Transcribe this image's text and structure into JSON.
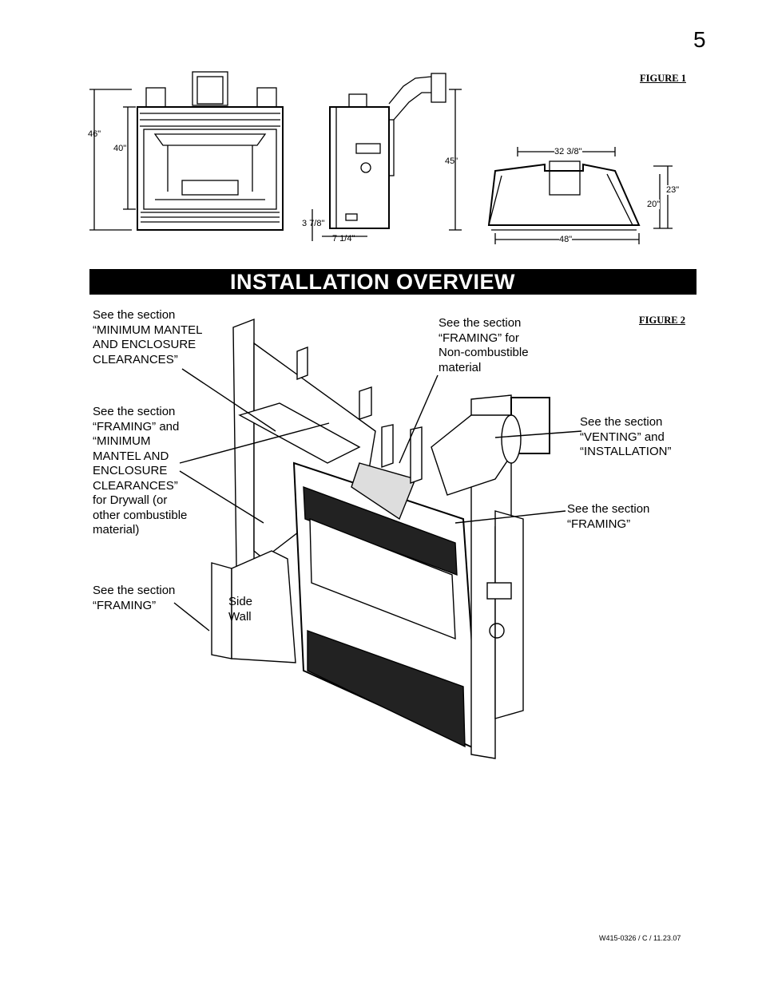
{
  "page_number": "5",
  "figure1": {
    "label": "FIGURE 1",
    "dims": {
      "front_height_outer": "46\"",
      "front_height_inner": "40\"",
      "side_height": "45\"",
      "side_bottom_offset": "3 7/8\"",
      "side_depth": "7 1/4\"",
      "top_width_back": "32 3/8\"",
      "top_width_front": "48\"",
      "top_depth_outer": "23\"",
      "top_depth_inner": "20\""
    }
  },
  "section_title": "INSTALLATION OVERVIEW",
  "figure2": {
    "label": "FIGURE 2",
    "callouts": {
      "mantel": "See the section\n“MINIMUM MANTEL\nAND ENCLOSURE\nCLEARANCES”",
      "noncomb": "See the section\n“FRAMING” for\nNon-combustible\nmaterial",
      "drywall": "See the section\n“FRAMING” and\n“MINIMUM\nMANTEL AND\nENCLOSURE\nCLEARANCES”\nfor Drywall (or\nother combustible\nmaterial)",
      "venting": "See the section\n“VENTING” and\n“INSTALLATION”",
      "framing_right": "See the section\n“FRAMING”",
      "framing_left": "See the section\n“FRAMING”",
      "side_wall": "Side\nWall"
    }
  },
  "footer": "W415-0326 / C / 11.23.07"
}
